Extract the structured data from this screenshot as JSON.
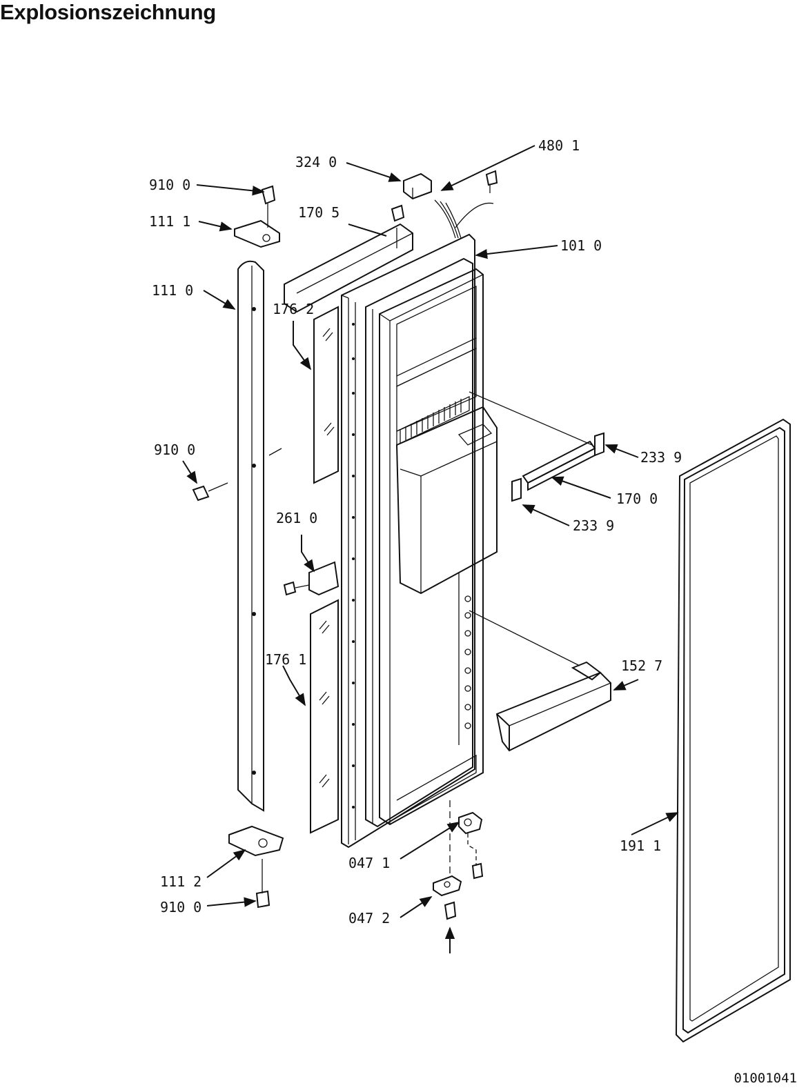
{
  "title": "Explosionszeichnung",
  "document_number": "01001041",
  "callouts": {
    "c4801": "480 1",
    "c3240": "324 0",
    "c9100_top": "910 0",
    "c1111": "111 1",
    "c1705": "170 5",
    "c1010": "101 0",
    "c1110": "111 0",
    "c1762": "176 2",
    "c9100_mid": "910 0",
    "c2339_top": "233 9",
    "c1700": "170 0",
    "c2339_bot": "233 9",
    "c2610": "261 0",
    "c1761": "176 1",
    "c1527": "152 7",
    "c1911": "191 1",
    "c0471": "047 1",
    "c1112": "111 2",
    "c9100_bot": "910 0",
    "c0472": "047 2"
  }
}
